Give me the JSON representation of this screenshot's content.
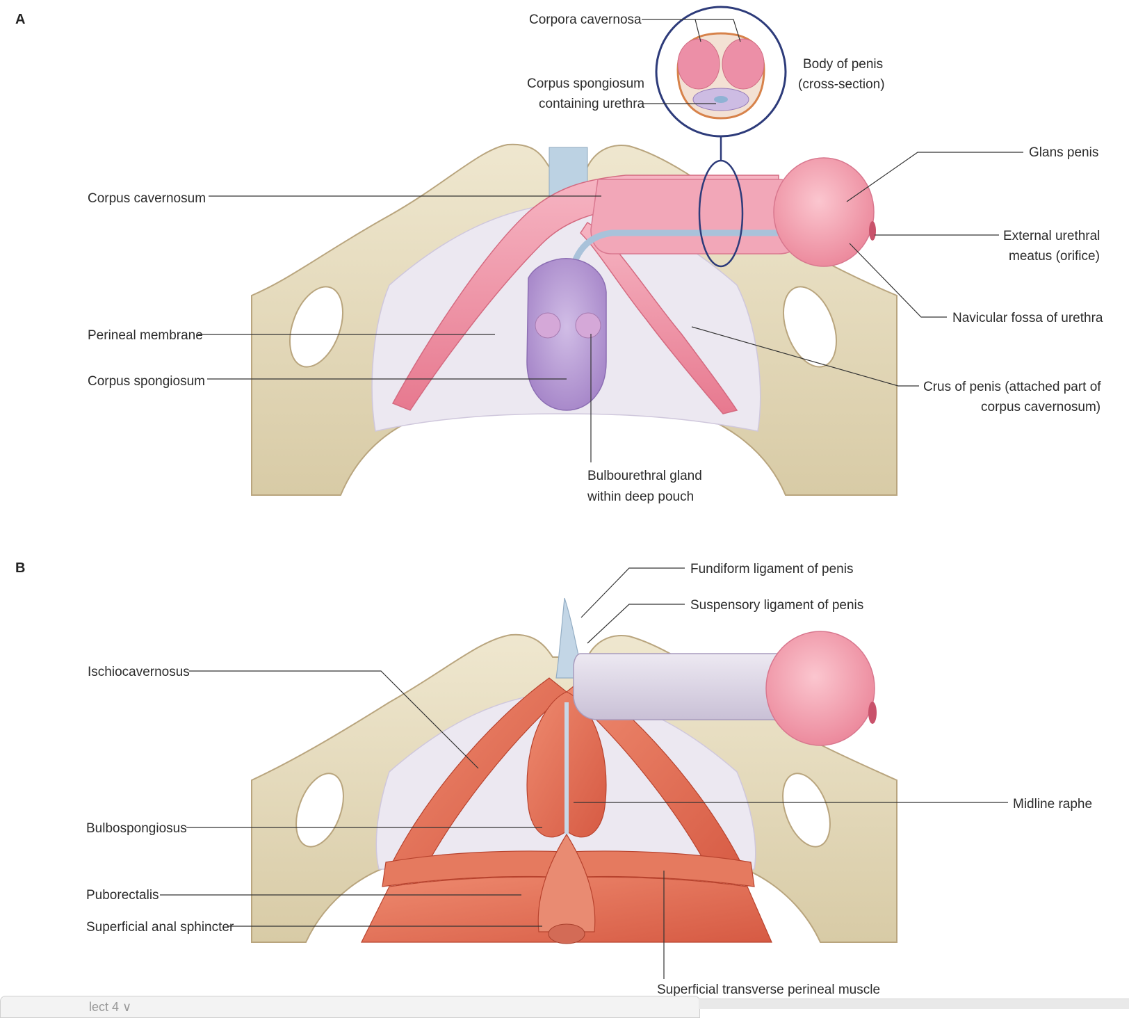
{
  "panels": {
    "a": {
      "letter": "A"
    },
    "b": {
      "letter": "B"
    }
  },
  "labels_a": {
    "corpora_cavernosa": "Corpora cavernosa",
    "corpus_spongiosum_urethra_1": "Corpus spongiosum",
    "corpus_spongiosum_urethra_2": "containing urethra",
    "body_of_penis_1": "Body of penis",
    "body_of_penis_2": "(cross-section)",
    "glans_penis": "Glans penis",
    "corpus_cavernosum": "Corpus cavernosum",
    "external_urethral_1": "External urethral",
    "external_urethral_2": "meatus (orifice)",
    "navicular_fossa": "Navicular fossa of urethra",
    "perineal_membrane": "Perineal membrane",
    "corpus_spongiosum": "Corpus spongiosum",
    "crus_1": "Crus of penis (attached part of",
    "crus_2": "corpus cavernosum)",
    "bulbourethral_1": "Bulbourethral gland",
    "bulbourethral_2": "within deep pouch"
  },
  "labels_b": {
    "fundiform": "Fundiform ligament of penis",
    "suspensory": "Suspensory ligament of penis",
    "ischiocavernosus": "Ischiocavernosus",
    "midline_raphe": "Midline raphe",
    "bulbospongiosus": "Bulbospongiosus",
    "puborectalis": "Puborectalis",
    "superficial_anal_sphincter": "Superficial anal sphincter",
    "superficial_transverse": "Superficial transverse perineal muscle"
  },
  "bottom_tab": {
    "label": "lect 4 ∨"
  },
  "colors": {
    "bone": "#e6dcc0",
    "bone_edge": "#b9a57e",
    "erectile_pink": "#ee8fa6",
    "spongiosum_purple": "#b59bd0",
    "membrane": "#e8e4ee",
    "muscle": "#e46f55",
    "ligament_blue": "#b8cfe0",
    "glans": "#f3a2b0"
  }
}
